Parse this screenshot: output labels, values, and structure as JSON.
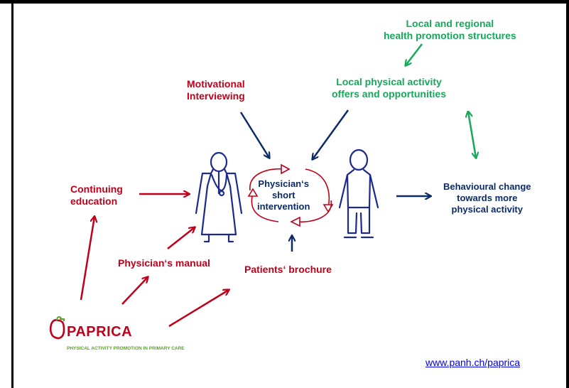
{
  "labels": {
    "local_regional": "Local and regional\nhealth promotion structures",
    "local_offers": "Local physical activity\noffers and opportunities",
    "motivational": "Motivational\nInterviewing",
    "continuing": "Continuing\neducation",
    "intervention": "Physician‘s\nshort\nintervention",
    "behaviour": "Behavioural change\ntowards more\nphysical activity",
    "manual": "Physician‘s manual",
    "brochure": "Patients‘ brochure"
  },
  "logo": {
    "name": "PAPRICA",
    "tagline": "PHYSICAL ACTIVITY PROMOTION IN PRIMARY CARE"
  },
  "link": "www.panh.ch/paprica",
  "colors": {
    "red": "#c0001a",
    "green": "#17a85a",
    "navy": "#0b2a66"
  }
}
